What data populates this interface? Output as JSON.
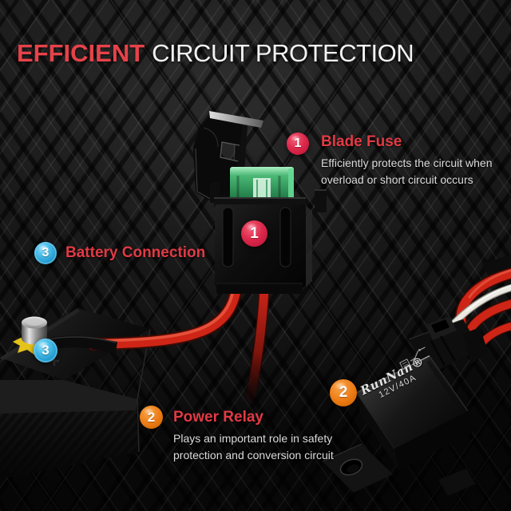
{
  "header": {
    "highlight": "EFFICIENT",
    "rest": "CIRCUIT PROTECTION"
  },
  "callouts": {
    "blade_fuse": {
      "number": "1",
      "label": "Blade Fuse",
      "desc_line1": "Efficiently protects the circuit when",
      "desc_line2": "overload or short circuit occurs"
    },
    "power_relay": {
      "number": "2",
      "label": "Power Relay",
      "desc_line1": "Plays an important role in safety",
      "desc_line2": "protection and conversion circuit"
    },
    "battery_connection": {
      "number": "3",
      "label": "Battery Connection"
    }
  },
  "relay_label": {
    "brand": "RunNan®",
    "rating": "12V/40A"
  },
  "colors": {
    "headline_red": "#e6424a",
    "headline_white": "#f2f2f2",
    "label_red": "#e23a44",
    "description_text": "#dcdcdc",
    "badge_red": "#d21f3f",
    "badge_orange": "#e87a16",
    "badge_blue": "#2fa9dc",
    "wire_red": "#ce2517",
    "fuse_green": "#46b872",
    "background": "#0d0d0d"
  }
}
